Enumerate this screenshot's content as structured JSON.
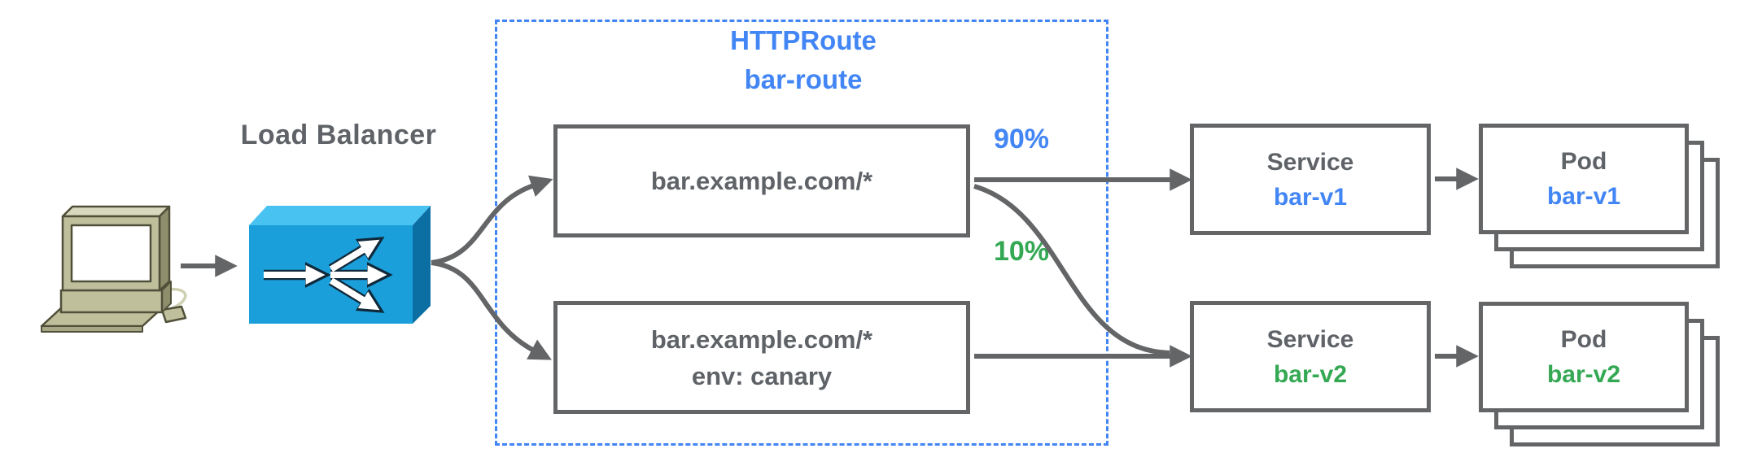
{
  "client": {
    "icon": "desktop-computer-icon"
  },
  "load_balancer": {
    "label": "Load Balancer",
    "icon": "load-balancer-icon"
  },
  "http_route": {
    "kind": "HTTPRoute",
    "name": "bar-route"
  },
  "route_rules": [
    {
      "match": "bar.example.com/*",
      "header_match": ""
    },
    {
      "match": "bar.example.com/*",
      "header_match": "env: canary"
    }
  ],
  "weights": [
    {
      "value": "90%",
      "color": "#4285F4"
    },
    {
      "value": "10%",
      "color": "#34A853"
    }
  ],
  "services": [
    {
      "kind": "Service",
      "name": "bar-v1",
      "name_color": "#4285F4"
    },
    {
      "kind": "Service",
      "name": "bar-v2",
      "name_color": "#34A853"
    }
  ],
  "pods": [
    {
      "kind": "Pod",
      "name": "bar-v1",
      "name_color": "#4285F4"
    },
    {
      "kind": "Pod",
      "name": "bar-v2",
      "name_color": "#34A853"
    }
  ],
  "colors": {
    "accent_blue": "#4285F4",
    "accent_green": "#34A853",
    "text_gray": "#5F6368",
    "line_gray": "#636567",
    "dashed_border_blue": "#4285F4",
    "lb_front": "#1A9FDB",
    "lb_top": "#47C2F1",
    "lb_side": "#0C6FA4"
  }
}
